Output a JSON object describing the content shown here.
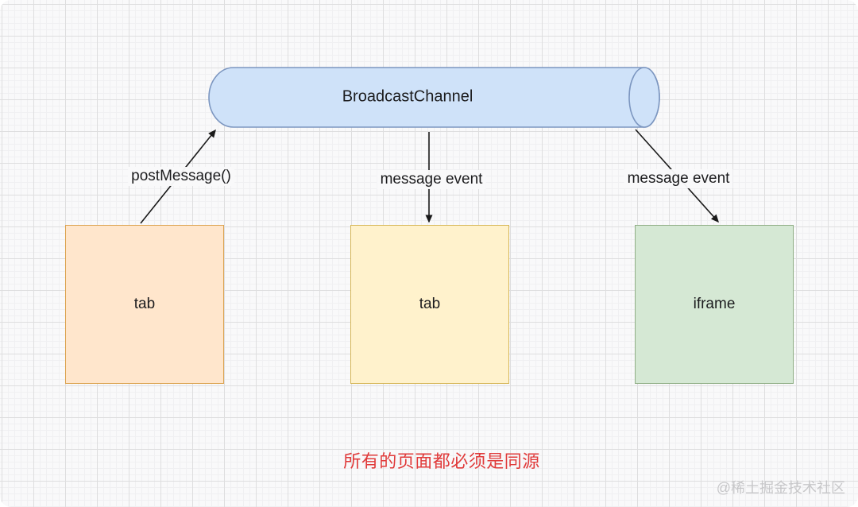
{
  "diagram": {
    "channel": {
      "label": "BroadcastChannel"
    },
    "nodes": [
      {
        "id": "tab-left",
        "label": "tab"
      },
      {
        "id": "tab-middle",
        "label": "tab"
      },
      {
        "id": "iframe-right",
        "label": "iframe"
      }
    ],
    "edges": [
      {
        "id": "post-message",
        "label": "postMessage()",
        "direction": "tab-left -> channel"
      },
      {
        "id": "message-event-mid",
        "label": "message event",
        "direction": "channel -> tab-middle"
      },
      {
        "id": "message-event-right",
        "label": "message event",
        "direction": "channel -> iframe-right"
      }
    ],
    "caption": "所有的页面都必须是同源",
    "watermark": "@稀土掘金技术社区",
    "colors": {
      "cylinder_fill": "#cfe2f9",
      "cylinder_stroke": "#7c96c0",
      "tab_left_fill": "#ffe6cc",
      "tab_left_stroke": "#dba24e",
      "tab_middle_fill": "#fff2cc",
      "tab_middle_stroke": "#d6b656",
      "iframe_fill": "#d5e8d4",
      "iframe_stroke": "#8fae85",
      "arrow": "#1a1a1a",
      "caption_red": "#e03a3a",
      "watermark_gray": "#c7c7c9"
    }
  }
}
